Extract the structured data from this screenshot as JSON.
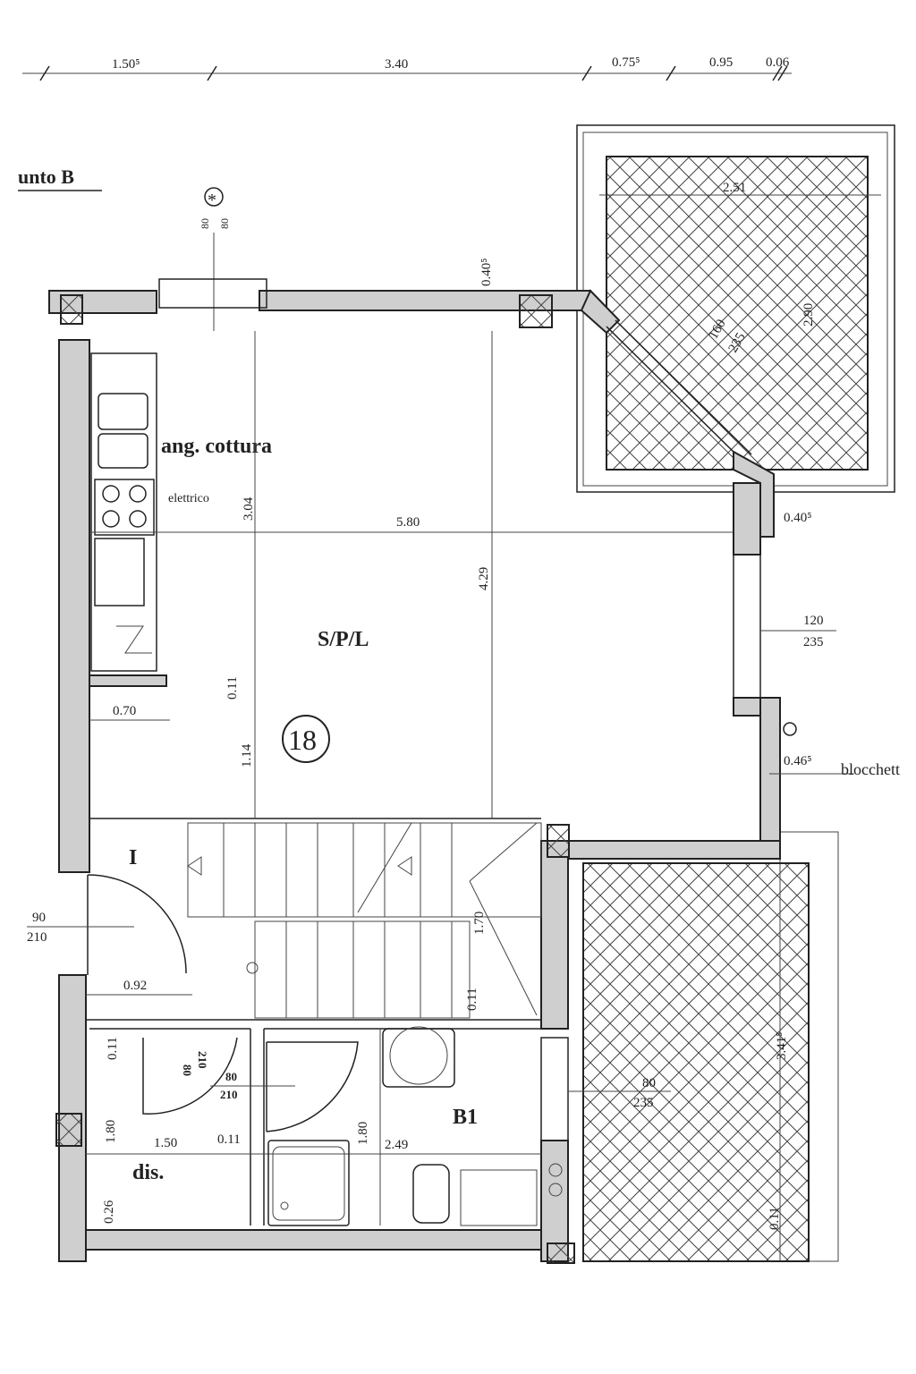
{
  "top_dimensions": [
    "1.50⁵",
    "3.40",
    "0.75⁵",
    "0.95",
    "0.06"
  ],
  "section_label": "unto B",
  "marker": {
    "symbol": "*",
    "left": "80",
    "right": "80"
  },
  "rooms": {
    "kitchen": "ang. cottura",
    "kitchen_note": "elettrico",
    "living": "S/P/L",
    "unit_number": "18",
    "entrance": "I",
    "hallway": "dis.",
    "bathroom": "B1"
  },
  "dimensions": {
    "top_wall": "0.40⁵",
    "balcony_width": "2.51",
    "balcony_depth": "2.90",
    "window_diag_top": "160",
    "window_diag_bottom": "235",
    "right_wall_1": "0.40⁵",
    "room_width": "5.80",
    "kitchen_height": "3.04",
    "room_height": "4.29",
    "window_right_top": "120",
    "window_right_bottom": "235",
    "wall_011_a": "0.11",
    "kitchen_0_70": "0.70",
    "room_1_14": "1.14",
    "right_wall_2": "0.46⁵",
    "blocchetto": "blocchett",
    "door_entry_top": "90",
    "door_entry_bottom": "210",
    "stair_1_70": "1.70",
    "entry_0_92": "0.92",
    "stair_0_11": "0.11",
    "dis_0_11": "0.11",
    "door_dis_top": "80",
    "door_dis_bottom": "210",
    "door_bath_top": "80",
    "door_bath_bottom": "210",
    "dis_height": "1.80",
    "dis_width": "1.50",
    "partition": "0.11",
    "bath_height": "1.80",
    "bath_width": "2.49",
    "bath_window_top": "80",
    "bath_window_bottom": "235",
    "balcony2_depth": "3.41⁵",
    "dis_0_26": "0.26",
    "balcony2_0_11": "0.11"
  }
}
